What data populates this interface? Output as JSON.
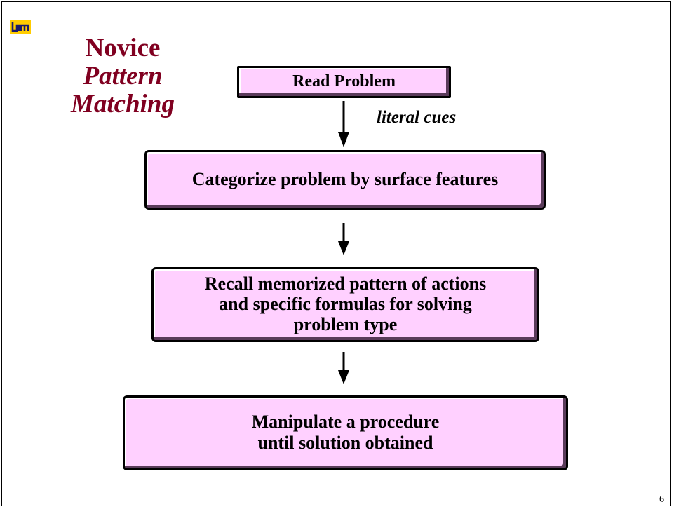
{
  "title": {
    "line1": "Novice",
    "line2": "Pattern",
    "line3": "Matching"
  },
  "logo": {
    "icon": "um-logo-icon",
    "color": "#FFCC00"
  },
  "flow": {
    "read": {
      "label": "Read Problem"
    },
    "cue": "literal cues",
    "categorize": {
      "label": "Categorize problem by surface features"
    },
    "recall": {
      "line1": "Recall memorized pattern of actions",
      "line2": "and specific formulas for solving",
      "line3": "problem type"
    },
    "manipulate": {
      "line1": "Manipulate a procedure",
      "line2": "until solution obtained"
    }
  },
  "colors": {
    "title": "#800020",
    "box_fill": "#FFD0FF",
    "arrow": "#000000"
  },
  "page_number": "6"
}
